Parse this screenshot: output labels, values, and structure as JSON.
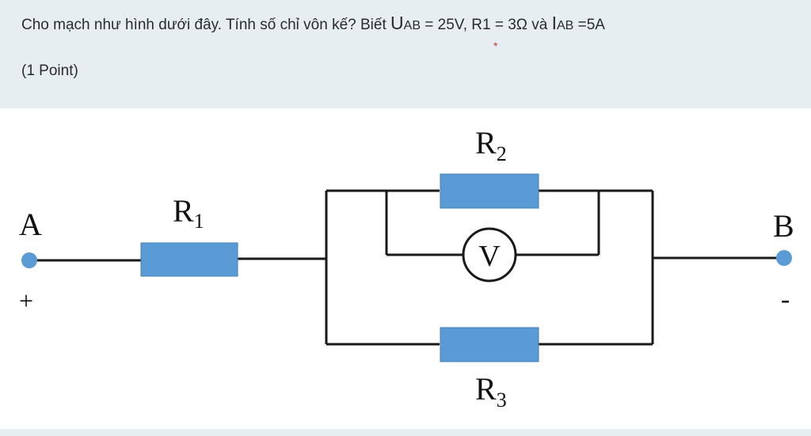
{
  "question": {
    "text_start": "Cho mạch như hình dưới đây. Tính số chỉ vôn kế? Biết ",
    "u_symbol": "U",
    "u_sub": "AB",
    "text_mid": " = 25V, R1 = 3Ω  và ",
    "i_symbol": "I",
    "i_sub": "AB",
    "text_end": " =5A",
    "required_mark": "*",
    "points": "(1 Point)"
  },
  "circuit": {
    "node_a": "A",
    "node_b": "B",
    "plus": "+",
    "minus": "-",
    "r1": {
      "letter": "R",
      "sub": "1"
    },
    "r2": {
      "letter": "R",
      "sub": "2"
    },
    "r3": {
      "letter": "R",
      "sub": "3"
    },
    "voltmeter": "V",
    "resistor_color": "#5b9bd5",
    "terminal_color": "#5b9bd5"
  }
}
